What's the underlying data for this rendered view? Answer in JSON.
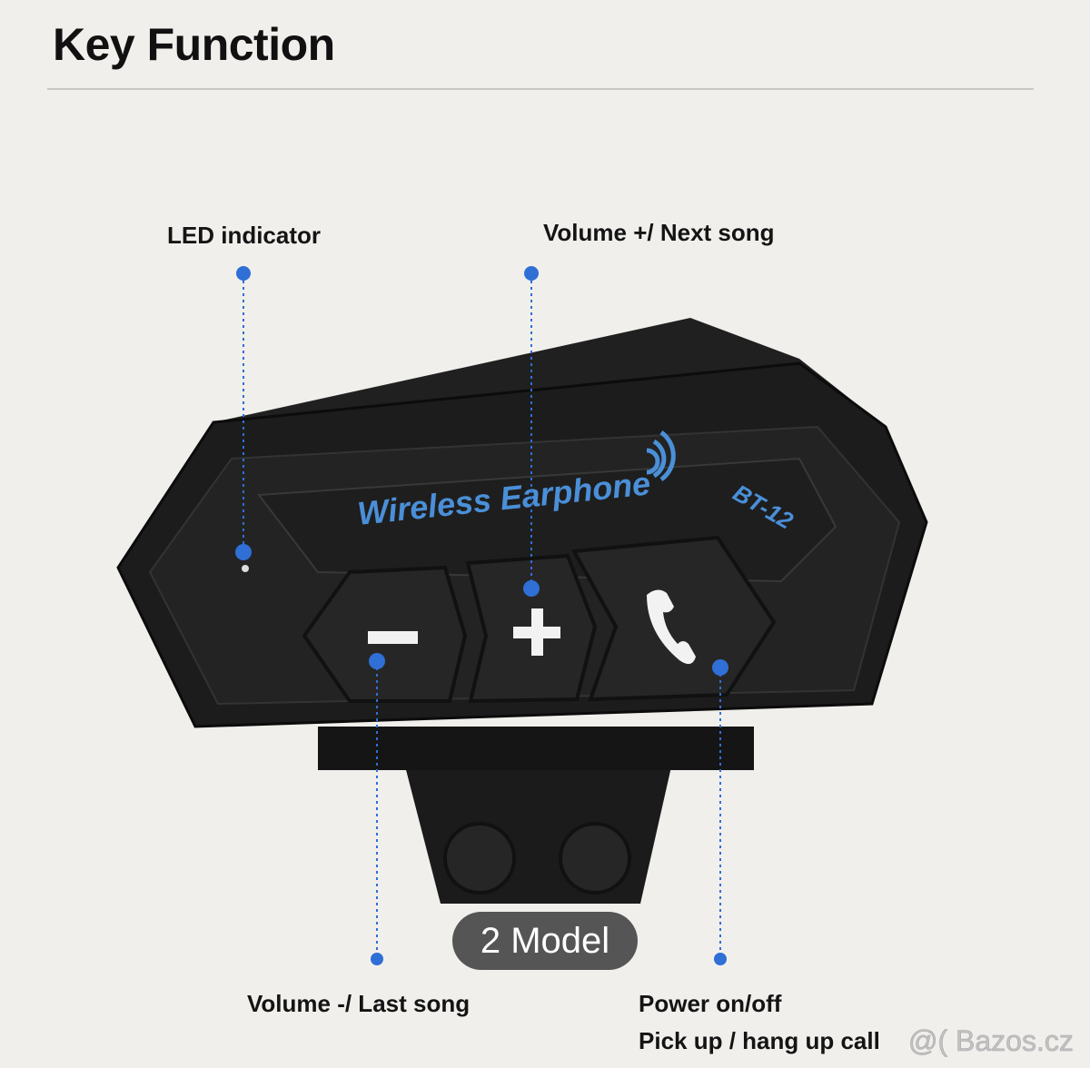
{
  "title": "Key Function",
  "device": {
    "brand_text": "Wireless Earphone",
    "model_text": "BT-12"
  },
  "labels": {
    "led": "LED indicator",
    "volume_up": "Volume +/ Next song",
    "volume_down": "Volume -/ Last song",
    "power": "Power on/off",
    "call": "Pick up / hang up call"
  },
  "overlay": "2 Model",
  "watermark": "@( Bazos.cz",
  "colors": {
    "accent": "#2f6fd6",
    "device": "#1c1c1c",
    "brand_text": "#4a8fd8"
  }
}
